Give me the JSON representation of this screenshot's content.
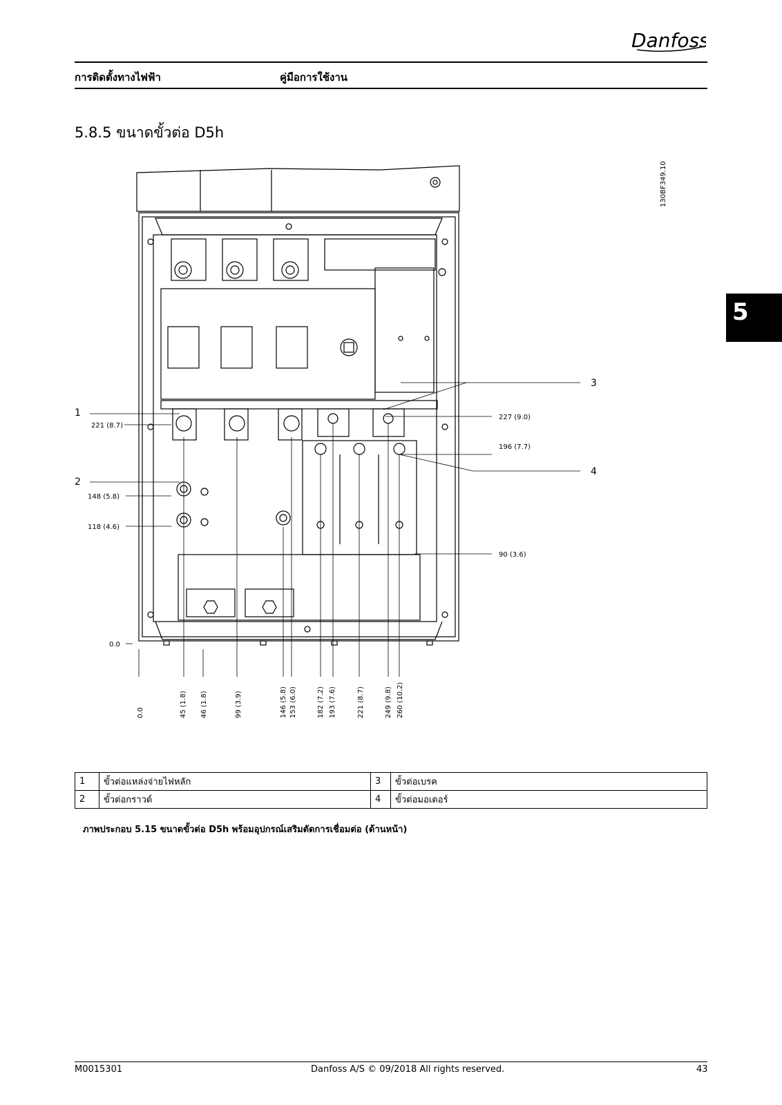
{
  "header": {
    "brand": "Danfoss",
    "left": "การติดตั้งทางไฟฟ้า",
    "middle": "คู่มือการใช้งาน"
  },
  "section_title": "5.8.5 ขนาดขั้วต่อ D5h",
  "side_tab": "5",
  "drawing_code": "130BF349.10",
  "callouts": [
    "1",
    "2",
    "3",
    "4"
  ],
  "dimensions_left": [
    "221 (8.7)",
    "148 (5.8)",
    "118 (4.6)",
    "0.0"
  ],
  "dimensions_right": [
    "227 (9.0)",
    "196 (7.7)",
    "90 (3.6)"
  ],
  "dimensions_bottom": [
    "0.0",
    "45 (1.8)",
    "46 (1.8)",
    "99 (3.9)",
    "146 (5.8)",
    "153 (6.0)",
    "182 (7.2)",
    "193 (7.6)",
    "221 (8.7)",
    "249 (9.8)",
    "260 (10.2)"
  ],
  "legend": [
    {
      "n1": "1",
      "t1": "ขั้วต่อแหล่งจ่ายไฟหลัก",
      "n2": "3",
      "t2": "ขั้วต่อเบรค"
    },
    {
      "n1": "2",
      "t1": "ขั้วต่อกราวด์",
      "n2": "4",
      "t2": "ขั้วต่อมอเตอร์"
    }
  ],
  "caption": "ภาพประกอบ 5.15 ขนาดขั้วต่อ D5h พร้อมอุปกรณ์เสริมตัดการเชื่อมต่อ (ด้านหน้า)",
  "footer": {
    "left": "M0015301",
    "middle": "Danfoss A/S © 09/2018 All rights reserved.",
    "right": "43"
  }
}
